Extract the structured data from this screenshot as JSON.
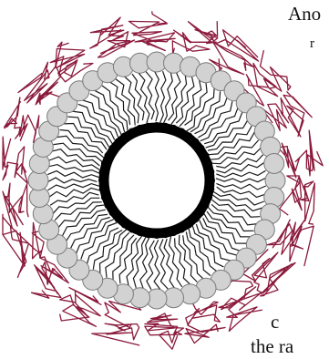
{
  "text_fragments": {
    "top": "Ano",
    "top_small": "r",
    "bottom_1": "c",
    "bottom_2": "the ra"
  },
  "colors": {
    "head_fill": "#d2d2d2",
    "head_stroke": "#7a7a7a",
    "tail": "#1a1a1a",
    "inner_ring": "#000000",
    "core": "#ffffff",
    "polymer": "#8b1a3c"
  },
  "structure": {
    "head_count": 44,
    "tail_count": 88,
    "polymer_chain_count": 22
  }
}
